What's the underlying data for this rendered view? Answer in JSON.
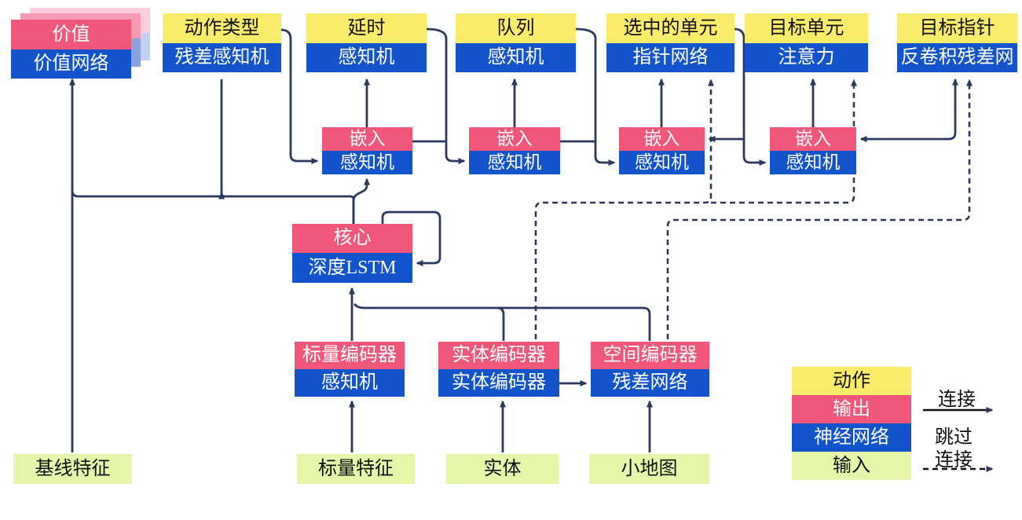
{
  "nodes": {
    "value": {
      "top": "价值",
      "bottom": "价值网络"
    },
    "action_type": {
      "top": "动作类型",
      "bottom": "残差感知机"
    },
    "delay": {
      "top": "延时",
      "bottom": "感知机"
    },
    "queue": {
      "top": "队列",
      "bottom": "感知机"
    },
    "selected_units": {
      "top": "选中的单元",
      "bottom": "指针网络"
    },
    "target_unit": {
      "top": "目标单元",
      "bottom": "注意力"
    },
    "target_pointer": {
      "top": "目标指针",
      "bottom": "反卷积残差网"
    },
    "embed1": {
      "top": "嵌入",
      "bottom": "感知机"
    },
    "embed2": {
      "top": "嵌入",
      "bottom": "感知机"
    },
    "embed3": {
      "top": "嵌入",
      "bottom": "感知机"
    },
    "embed4": {
      "top": "嵌入",
      "bottom": "感知机"
    },
    "core": {
      "top": "核心",
      "bottom": "深度LSTM"
    },
    "scalar_encoder": {
      "top": "标量编码器",
      "bottom": "感知机"
    },
    "entity_encoder": {
      "top": "实体编码器",
      "bottom": "实体编码器"
    },
    "spatial_encoder": {
      "top": "空间编码器",
      "bottom": "残差网络"
    }
  },
  "inputs": {
    "baseline": "基线特征",
    "scalar": "标量特征",
    "entities": "实体",
    "minimap": "小地图"
  },
  "legend": {
    "action": "动作",
    "output": "输出",
    "network": "神经网络",
    "input": "输入",
    "connection": "连接",
    "skip_line1": "跳过",
    "skip_line2": "连接"
  },
  "colors": {
    "action_yellow": "#f8ec6a",
    "output_pink": "#f0577b",
    "network_blue": "#1353cb",
    "input_green": "#e5f6ab",
    "wire_navy": "#2b3a5e"
  }
}
